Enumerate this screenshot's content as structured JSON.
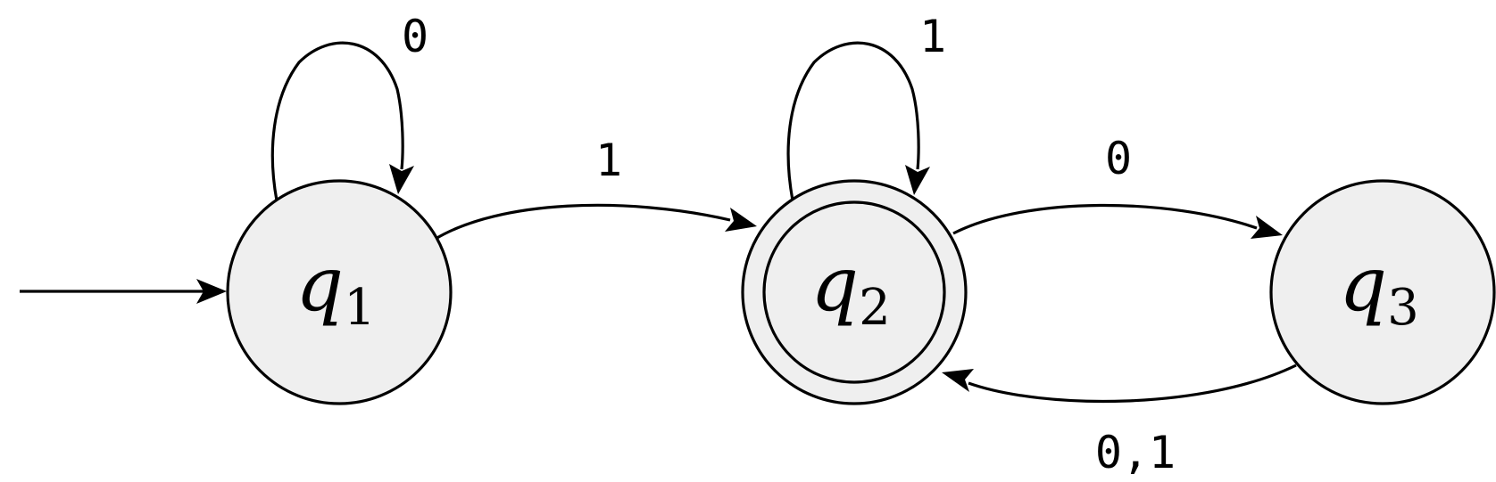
{
  "automaton": {
    "states": [
      {
        "id": "q1",
        "name": "q",
        "subscript": "1",
        "accepting": false,
        "initial": true
      },
      {
        "id": "q2",
        "name": "q",
        "subscript": "2",
        "accepting": true,
        "initial": false
      },
      {
        "id": "q3",
        "name": "q",
        "subscript": "3",
        "accepting": false,
        "initial": false
      }
    ],
    "transitions": [
      {
        "from": "q1",
        "to": "q1",
        "label": "0"
      },
      {
        "from": "q1",
        "to": "q2",
        "label": "1"
      },
      {
        "from": "q2",
        "to": "q2",
        "label": "1"
      },
      {
        "from": "q2",
        "to": "q3",
        "label": "0"
      },
      {
        "from": "q3",
        "to": "q2",
        "label": "0,1"
      }
    ]
  }
}
